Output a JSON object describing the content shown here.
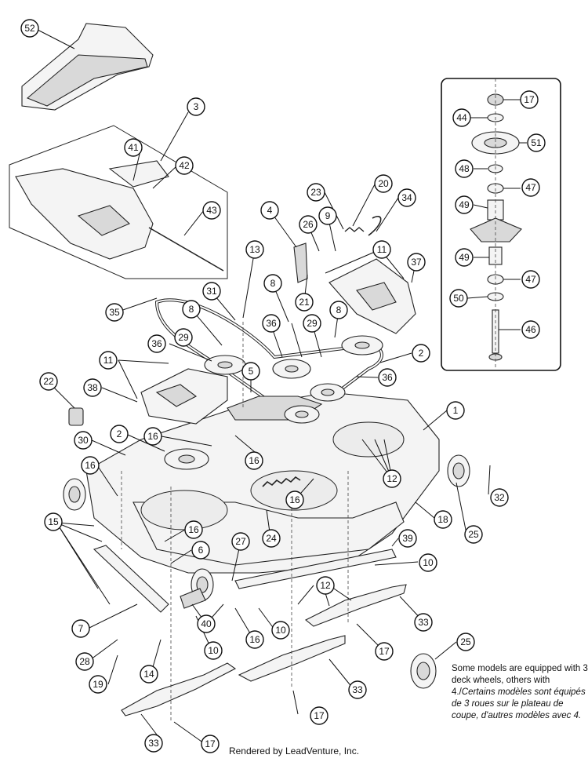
{
  "callouts": {
    "c52": "52",
    "c3": "3",
    "c41": "41",
    "c42": "42",
    "c43": "43",
    "c17a": "17",
    "c44": "44",
    "c51": "51",
    "c48": "48",
    "c47a": "47",
    "c49a": "49",
    "c49b": "49",
    "c47b": "47",
    "c50": "50",
    "c46": "46",
    "c23": "23",
    "c20": "20",
    "c34": "34",
    "c4": "4",
    "c9": "9",
    "c26": "26",
    "c13": "13",
    "c11a": "11",
    "c37": "37",
    "c31": "31",
    "c8a": "8",
    "c8b": "8",
    "c8c": "8",
    "c35": "35",
    "c21": "21",
    "c36a": "36",
    "c36b": "36",
    "c29a": "29",
    "c29b": "29",
    "c11b": "11",
    "c2a": "2",
    "c22": "22",
    "c38": "38",
    "c5": "5",
    "c36c": "36",
    "c1": "1",
    "c30": "30",
    "c2b": "2",
    "c16a": "16",
    "c16b": "16",
    "c16c": "16",
    "c16d": "16",
    "c16e": "16",
    "c16f": "16",
    "c12a": "12",
    "c32": "32",
    "c15": "15",
    "c24": "24",
    "c18": "18",
    "c25a": "25",
    "c39": "39",
    "c6": "6",
    "c27": "27",
    "c10a": "10",
    "c10b": "10",
    "c10c": "10",
    "c12b": "12",
    "c7": "7",
    "c40": "40",
    "c33a": "33",
    "c28": "28",
    "c17b": "17",
    "c14": "14",
    "c19": "19",
    "c25b": "25",
    "c33b": "33",
    "c17c": "17",
    "c33c": "33",
    "c17d": "17"
  },
  "note": {
    "en": "Some models are equipped with 3 deck wheels, others with 4./",
    "fr": "Certains modèles sont équipés de 3 roues sur le plateau de coupe, d'autres modèles avec 4."
  },
  "footer": "Rendered by LeadVenture, Inc."
}
